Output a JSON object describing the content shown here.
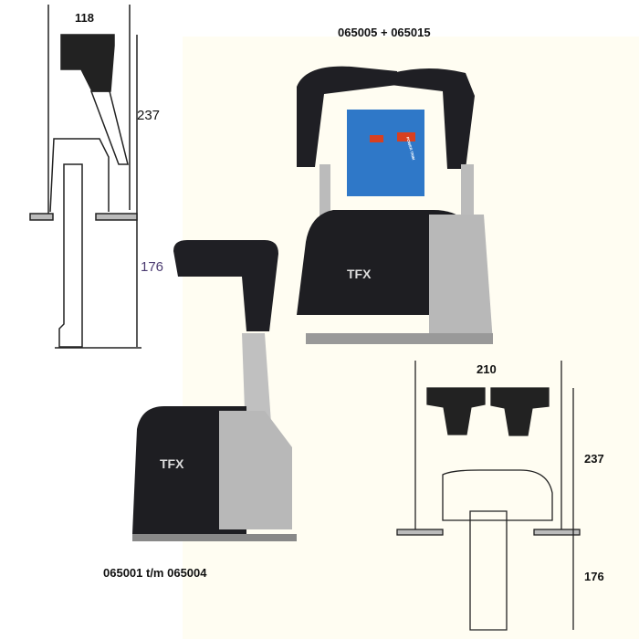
{
  "left_drawing": {
    "width_dim": "118",
    "height_above": "237",
    "height_below": "176"
  },
  "right_drawing": {
    "width_dim": "210",
    "height_above": "237",
    "height_below": "176"
  },
  "dual_product": {
    "caption": "065005 + 065015",
    "logo": "TFX",
    "inset_label": "POWER TRIM"
  },
  "single_product": {
    "caption": "065001 t/m 065004",
    "logo": "TFX"
  },
  "colors": {
    "background": "#fffef4",
    "housing": "#1e1e22",
    "chrome": "#b8b8b8",
    "inset_blue": "#2f78c8"
  }
}
